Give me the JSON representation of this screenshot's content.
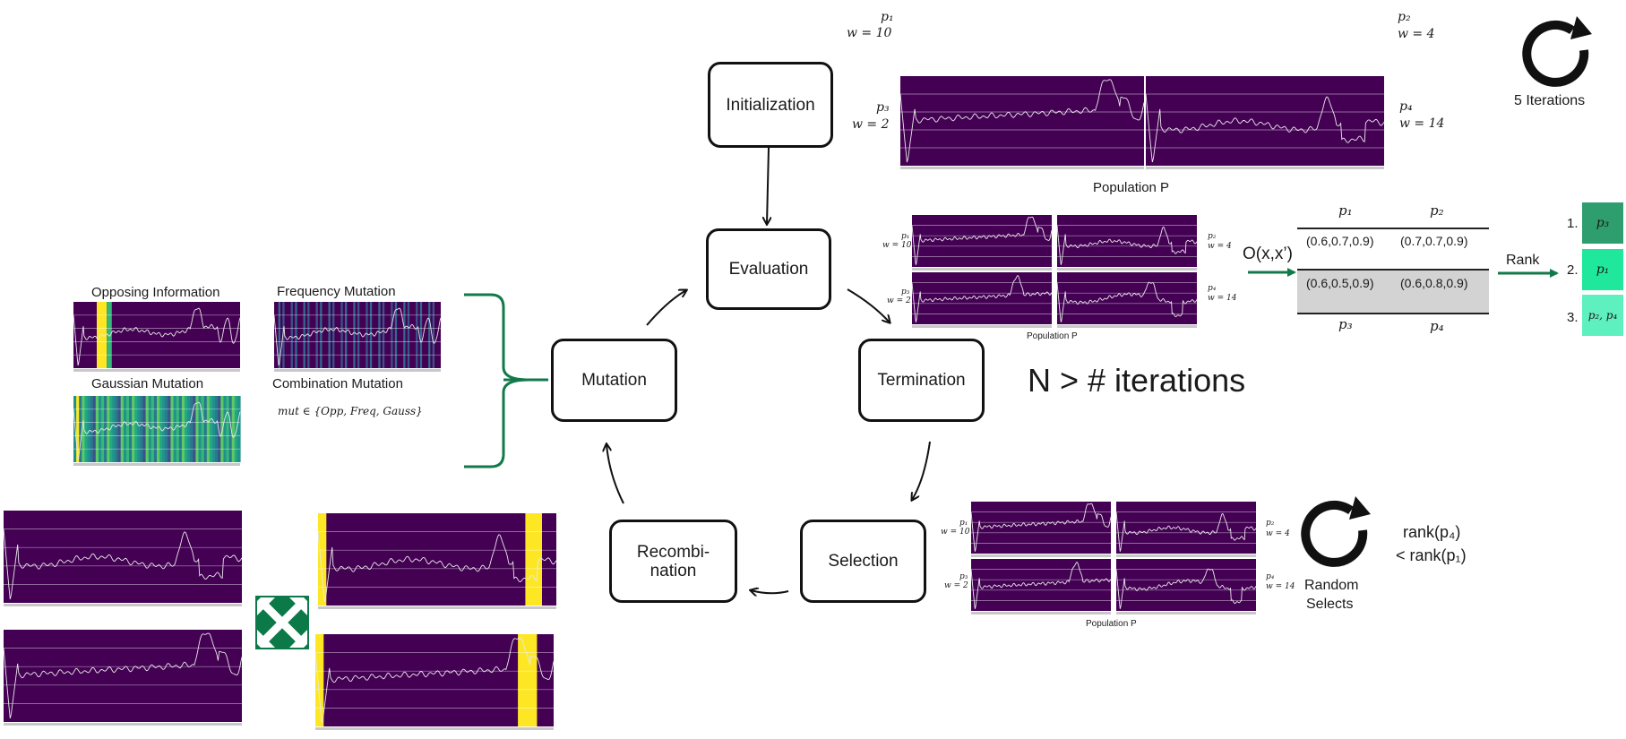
{
  "steps": {
    "initialization": "Initialization",
    "evaluation": "Evaluation",
    "termination": "Termination",
    "selection": "Selection",
    "recombination": "Recombi-\nnation",
    "mutation": "Mutation"
  },
  "population": {
    "caption": "Population P",
    "small_caption": "Population  P",
    "top": {
      "p1": "p₁",
      "w1": "w = 10",
      "p2": "p₂",
      "w2": "w = 4",
      "p3": "p₃",
      "w3": "w = 2",
      "p4": "p₄",
      "w4": "w = 14"
    }
  },
  "iterations": {
    "label": "5 Iterations",
    "condition": "N > # iterations"
  },
  "objective": {
    "label": "O(x,x’)",
    "rank_label": "Rank",
    "col_headers": [
      "p₁",
      "p₂"
    ],
    "row_footers": [
      "p₃",
      "p₄"
    ],
    "row1": [
      "(0.6,0.7,0.9)",
      "(0.7,0.7,0.9)"
    ],
    "row2": [
      "(0.6,0.5,0.9)",
      "(0.6,0.8,0.9)"
    ]
  },
  "ranking": [
    {
      "num": "1.",
      "label": "p₃",
      "color": "#2e9e6f"
    },
    {
      "num": "2.",
      "label": "p₁",
      "color": "#1fe89c"
    },
    {
      "num": "3.",
      "label": "p₂, p₄",
      "color": "#5ff0c0"
    }
  ],
  "selection_info": {
    "random": "Random",
    "selects": "Selects",
    "rank_line1": "rank(p₄)",
    "rank_line2": "< rank(p₁)"
  },
  "mutations": {
    "opposing": "Opposing Information",
    "frequency": "Frequency Mutation",
    "gaussian": "Gaussian Mutation",
    "combination": "Combination Mutation",
    "formula": "mut ∈ {Opp, Freq, Gauss}"
  },
  "colors": {
    "plot_bg": "#440154",
    "highlight": "#fde725",
    "accent_green": "#127a4a",
    "crossover": "#0b7a48"
  }
}
